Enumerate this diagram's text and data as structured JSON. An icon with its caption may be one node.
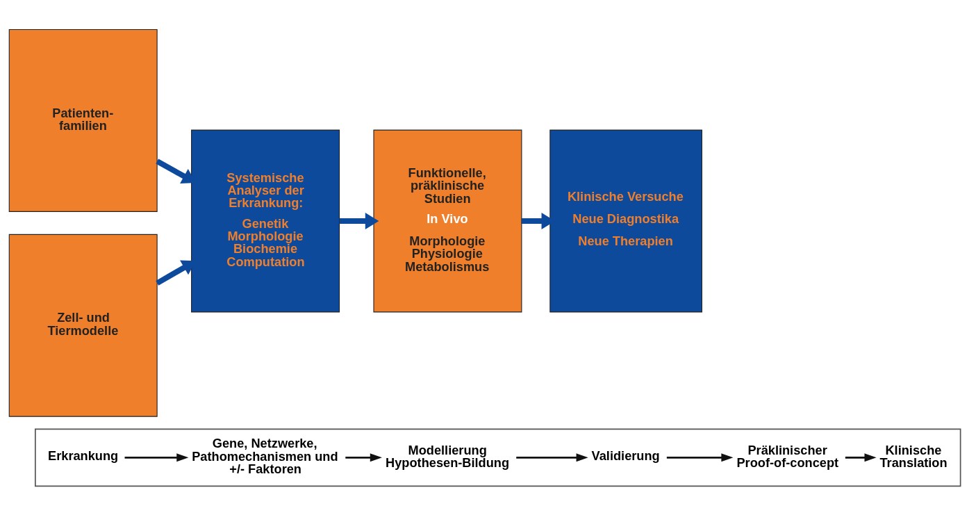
{
  "diagram": {
    "nodes": [
      {
        "text": [],
        "shape": "box"
      },
      {
        "text": [
          "Erkrankung"
        ],
        "in": 0
      },
      {
        "text": [
          "Gene, Netzwerke, Pathomechanismen und +/- Faktoren"
        ],
        "in": 0
      },
      {
        "text": [
          "Modellierung Hypothesen-Bildung"
        ],
        "in": 0
      },
      {
        "text": [
          "Validierung"
        ],
        "in": 0
      },
      {
        "text": [
          "Präklinischer Proof-of-concept"
        ],
        "in": 0
      },
      {
        "text": [
          "Klinische Translation"
        ],
        "in": 0
      },
      {
        "text": [
          "Patienten- familien"
        ]
      },
      {
        "text": [
          "Zell- und Tiermodelle"
        ]
      },
      {
        "text": [
          "Systemische Analyser der Erkrankung:",
          "Genetik Morphologie Biochemie Computation"
        ]
      },
      {
        "text": [
          "Funktionelle, präklinische Studien",
          "In Vivo",
          "Morphologie Physiologie Metabolismus"
        ]
      },
      {
        "text": [
          "Klinische Versuche",
          "Neue Diagnostika",
          "Neue Therapien"
        ]
      }
    ],
    "edges": [
      {
        "from": 1,
        "to": 2,
        "arrow": "to"
      },
      {
        "from": 2,
        "to": 3,
        "arrow": "to"
      },
      {
        "from": 3,
        "to": 4,
        "arrow": "to"
      },
      {
        "from": 4,
        "to": 5,
        "arrow": "to"
      },
      {
        "from": 5,
        "to": 6,
        "arrow": "to"
      },
      {
        "from": 7,
        "to": 9,
        "arrow": "to",
        "style": "thick",
        "color": "#0d4a9c"
      },
      {
        "from": 8,
        "to": 9,
        "arrow": "to",
        "style": "thick",
        "color": "#0d4a9c"
      },
      {
        "from": 9,
        "to": 10,
        "arrow": "to",
        "style": "thick",
        "color": "#0d4a9c"
      },
      {
        "from": 10,
        "to": 11,
        "arrow": "to",
        "style": "thick",
        "color": "#0d4a9c"
      }
    ]
  }
}
